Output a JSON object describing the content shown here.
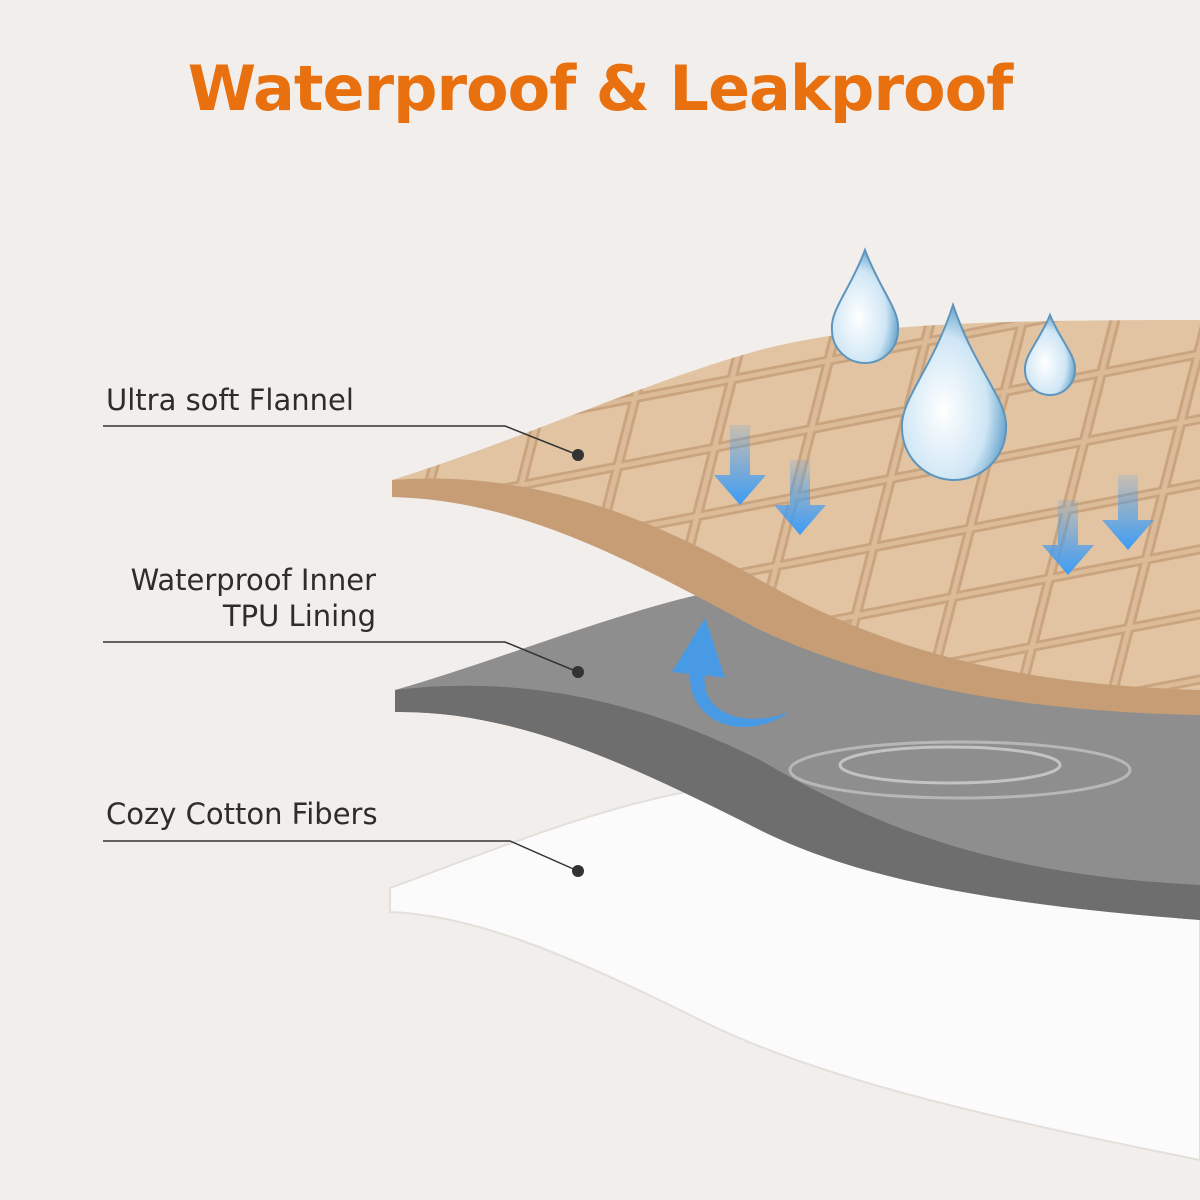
{
  "title": "Waterproof & Leakproof",
  "layers": [
    {
      "label": "Ultra soft Flannel"
    },
    {
      "label_line1": "Waterproof Inner",
      "label_line2": "TPU Lining"
    },
    {
      "label": "Cozy Cotton Fibers"
    }
  ],
  "colors": {
    "title": "#e8700f",
    "background": "#f2eeeb",
    "flannel": "#dcbb98",
    "tpu": "#8c8c8c",
    "cotton": "#ffffff",
    "arrow": "#3c9cf5"
  }
}
